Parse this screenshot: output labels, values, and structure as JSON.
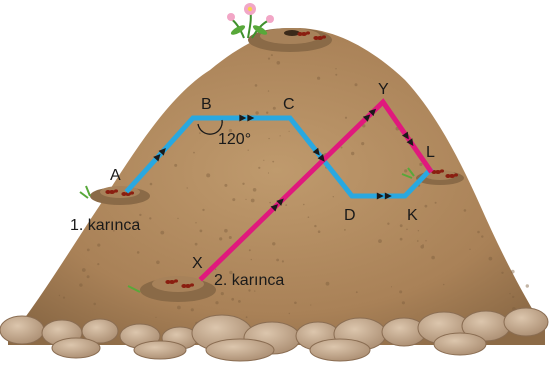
{
  "labels": {
    "A": "A",
    "B": "B",
    "C": "C",
    "D": "D",
    "K": "K",
    "L": "L",
    "X": "X",
    "Y": "Y",
    "angle": "120°",
    "ant1": "1. karınca",
    "ant2": "2. karınca"
  },
  "colors": {
    "hill": "#b08a5e",
    "hill_shadow": "#8d6a45",
    "path_blue": "#29a8e0",
    "path_pink": "#e0197d",
    "stone": "#c2a68a",
    "stone_edge": "#8a6d52"
  }
}
